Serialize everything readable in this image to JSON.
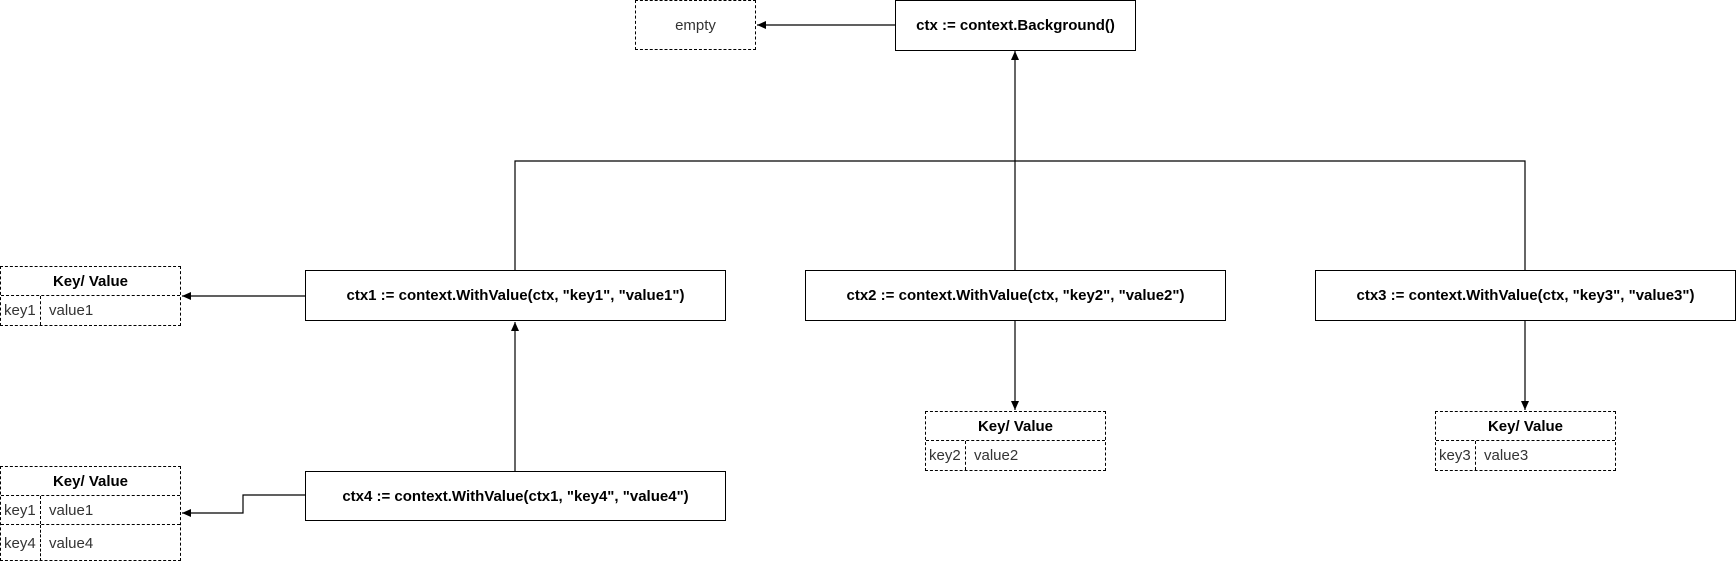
{
  "nodes": {
    "root": "ctx := context.Background()",
    "ctx1": "ctx1 := context.WithValue(ctx, \"key1\", \"value1\")",
    "ctx2": "ctx2 := context.WithValue(ctx, \"key2\", \"value2\")",
    "ctx3": "ctx3 := context.WithValue(ctx, \"key3\", \"value3\")",
    "ctx4": "ctx4 := context.WithValue(ctx1, \"key4\", \"value4\")"
  },
  "root_store": "empty",
  "tables": {
    "ctx1": {
      "header": "Key/ Value",
      "rows": [
        {
          "key": "key1",
          "value": "value1"
        }
      ]
    },
    "ctx2": {
      "header": "Key/ Value",
      "rows": [
        {
          "key": "key2",
          "value": "value2"
        }
      ]
    },
    "ctx3": {
      "header": "Key/ Value",
      "rows": [
        {
          "key": "key3",
          "value": "value3"
        }
      ]
    },
    "ctx4": {
      "header": "Key/ Value",
      "rows": [
        {
          "key": "key1",
          "value": "value1"
        },
        {
          "key": "key4",
          "value": "value4"
        }
      ]
    }
  }
}
